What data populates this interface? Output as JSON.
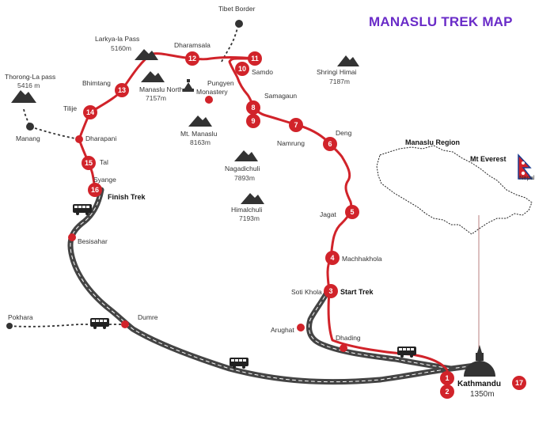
{
  "title": "MANASLU TREK MAP",
  "colors": {
    "route": "#d1232a",
    "road": "#444444",
    "peak": "#333333",
    "title": "#6a2cc8"
  },
  "stops": {
    "s1": "1",
    "s2": "2",
    "s3": "3",
    "s4": "4",
    "s5": "5",
    "s6": "6",
    "s7": "7",
    "s8": "8",
    "s9": "9",
    "s10": "10",
    "s11": "11",
    "s12": "12",
    "s13": "13",
    "s14": "14",
    "s15": "15",
    "s16": "16",
    "s17": "17"
  },
  "places": {
    "tibet_border": "Tibet Border",
    "larkya_la": "Larkya-la Pass",
    "larkya_alt": "5160m",
    "dharamsala": "Dharamsala",
    "samdo": "Samdo",
    "pungyen": "Pungyen",
    "monastery": "Monastery",
    "samagaun": "Samagaun",
    "shringi": "Shringi Himai",
    "shringi_alt": "7187m",
    "thorong": "Thorong-La pass",
    "thorong_alt": "5416 m",
    "bhimtang": "Bhimtang",
    "manaslu_north": "Manaslu North",
    "manaslu_north_alt": "7157m",
    "tilije": "Tilije",
    "manang": "Manang",
    "dharapani": "Dharapani",
    "mt_manaslu": "Mt. Manaslu",
    "mt_manaslu_alt": "8163m",
    "namrung": "Namrung",
    "deng": "Deng",
    "manaslu_region": "Manaslu Region",
    "mt_everest": "Mt Everest",
    "nepal": "Nepal",
    "tal": "Tal",
    "nagadi": "Nagadichuli",
    "nagadi_alt": "7893m",
    "syange": "Syange",
    "finish": "Finish Trek",
    "himal": "Himalchuli",
    "himal_alt": "7193m",
    "jagat": "Jagat",
    "besisahar": "Besisahar",
    "machha": "Machhakhola",
    "soti": "Soti Khola",
    "start": "Start Trek",
    "pokhara": "Pokhara",
    "dumre": "Dumre",
    "arughat": "Arughat",
    "dhading": "Dhading",
    "kathmandu": "Kathmandu",
    "kathmandu_alt": "1350m"
  }
}
